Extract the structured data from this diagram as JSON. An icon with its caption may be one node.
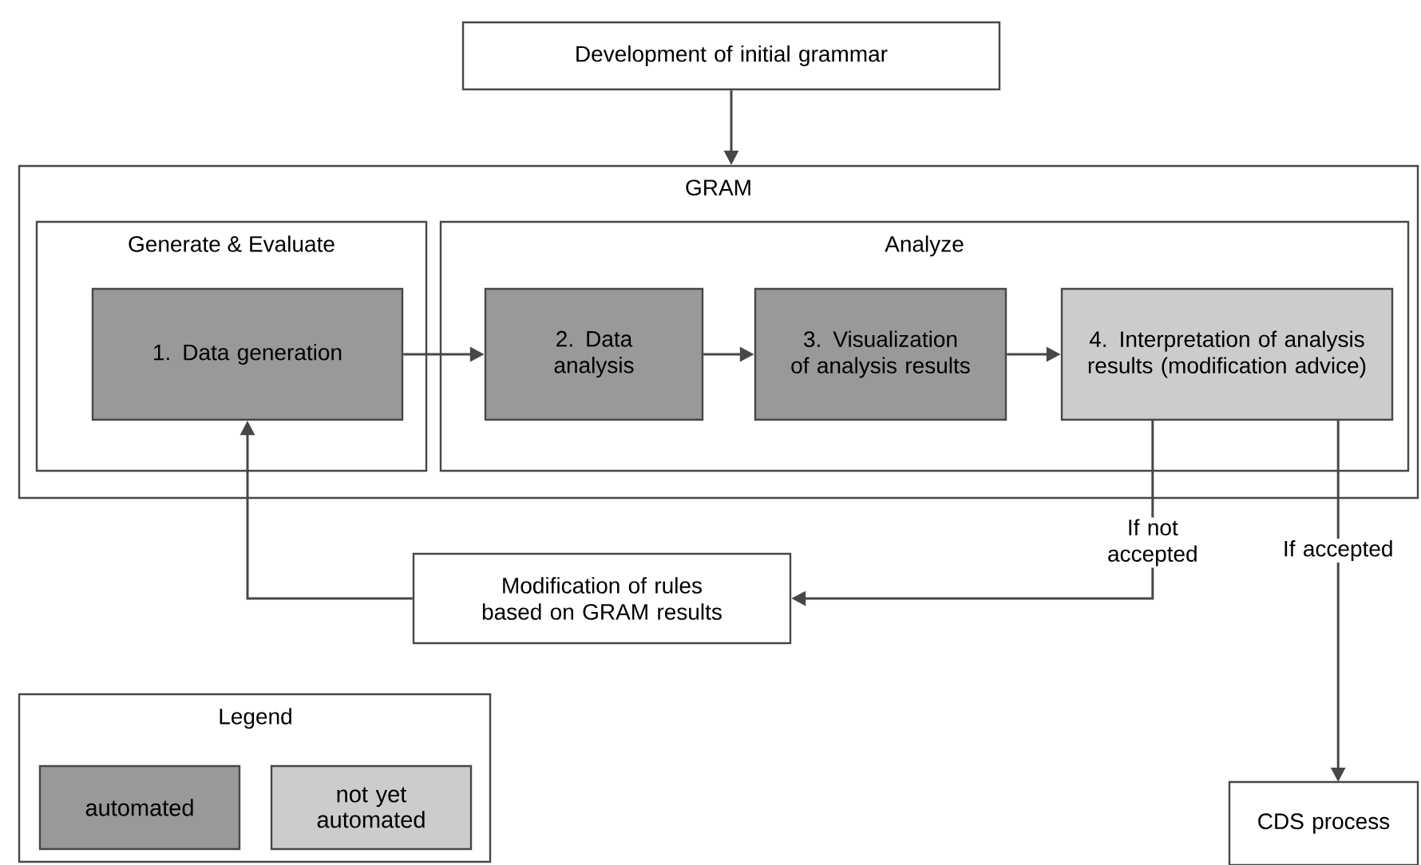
{
  "diagram": {
    "nodes": [
      {
        "text": [
          "Development of initial grammar"
        ]
      },
      {
        "text": [
          "GRAM"
        ]
      },
      {
        "text": [
          "Generate & Evaluate"
        ],
        "in": 1
      },
      {
        "text": [
          "Analyze"
        ],
        "in": 1
      },
      {
        "text": [
          "1. Data generation"
        ],
        "in": 2
      },
      {
        "text": [
          "2. Data analysis"
        ],
        "in": 3
      },
      {
        "text": [
          "3. Visualization of analysis results"
        ],
        "in": 3
      },
      {
        "text": [
          "4. Interpretation of analysis results (modification advice)"
        ],
        "in": 3
      },
      {
        "text": [
          "Modification of rules based on GRAM results"
        ]
      },
      {
        "text": [
          "CDS process"
        ]
      }
    ],
    "edges": [
      {
        "from": 0,
        "to": 1,
        "arrow": "to"
      },
      {
        "from": 4,
        "to": 5,
        "arrow": "to"
      },
      {
        "from": 5,
        "to": 6,
        "arrow": "to"
      },
      {
        "from": 6,
        "to": 7,
        "arrow": "to"
      },
      {
        "from": 7,
        "to": 8,
        "arrow": "to",
        "label": "If not accepted"
      },
      {
        "from": 8,
        "to": 4,
        "arrow": "to"
      },
      {
        "from": 7,
        "to": 9,
        "arrow": "to",
        "label": "If accepted"
      }
    ],
    "labels": [
      "Legend"
    ],
    "legend": [
      {
        "text": "automated",
        "color": "#999999"
      },
      {
        "text": "not yet automated",
        "color": "#cccccc"
      }
    ]
  }
}
